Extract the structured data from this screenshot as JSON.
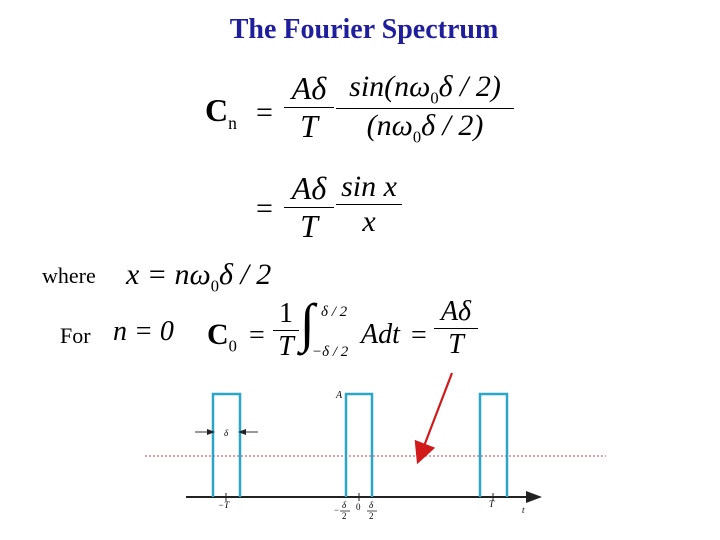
{
  "title": "The Fourier Spectrum",
  "labels": {
    "where": "where",
    "for": "For"
  },
  "equations": {
    "cn_lhs": "C",
    "cn_sub": "n",
    "eq1_num_a": "Aδ",
    "eq1_den_a": "T",
    "eq1_num_b": "sin(nω",
    "eq1_num_b_sub": "0",
    "eq1_num_b_tail": "δ / 2)",
    "eq1_den_b": "(nω",
    "eq1_den_b_sub": "0",
    "eq1_den_b_tail": "δ / 2)",
    "eq2_num_a": "Aδ",
    "eq2_den_a": "T",
    "eq2_num_b": "sin x",
    "eq2_den_b": "x",
    "where_expr": "x = nω",
    "where_sub": "0",
    "where_tail": "δ / 2",
    "n_zero": "n = 0",
    "c0": "C",
    "c0_sub": "0",
    "c0_num": "1",
    "c0_den": "T",
    "int_upper": "δ / 2",
    "int_lower": "−δ / 2",
    "integrand": "Adt",
    "c0_rhs_num": "Aδ",
    "c0_rhs_den": "T",
    "equals": "="
  },
  "diagram": {
    "amplitude_label": "A",
    "width_label": "δ",
    "tick_neg_T": "−T",
    "tick_zero": "0",
    "tick_half_num": "δ",
    "tick_half_den": "2",
    "tick_half_neg_sign": "−",
    "tick_T": "T",
    "axis_label": "t",
    "colors": {
      "pulse": "#2aa6c9",
      "arrow": "#d11a1a",
      "dashed": "#d33b3b",
      "axis": "#222222"
    }
  }
}
